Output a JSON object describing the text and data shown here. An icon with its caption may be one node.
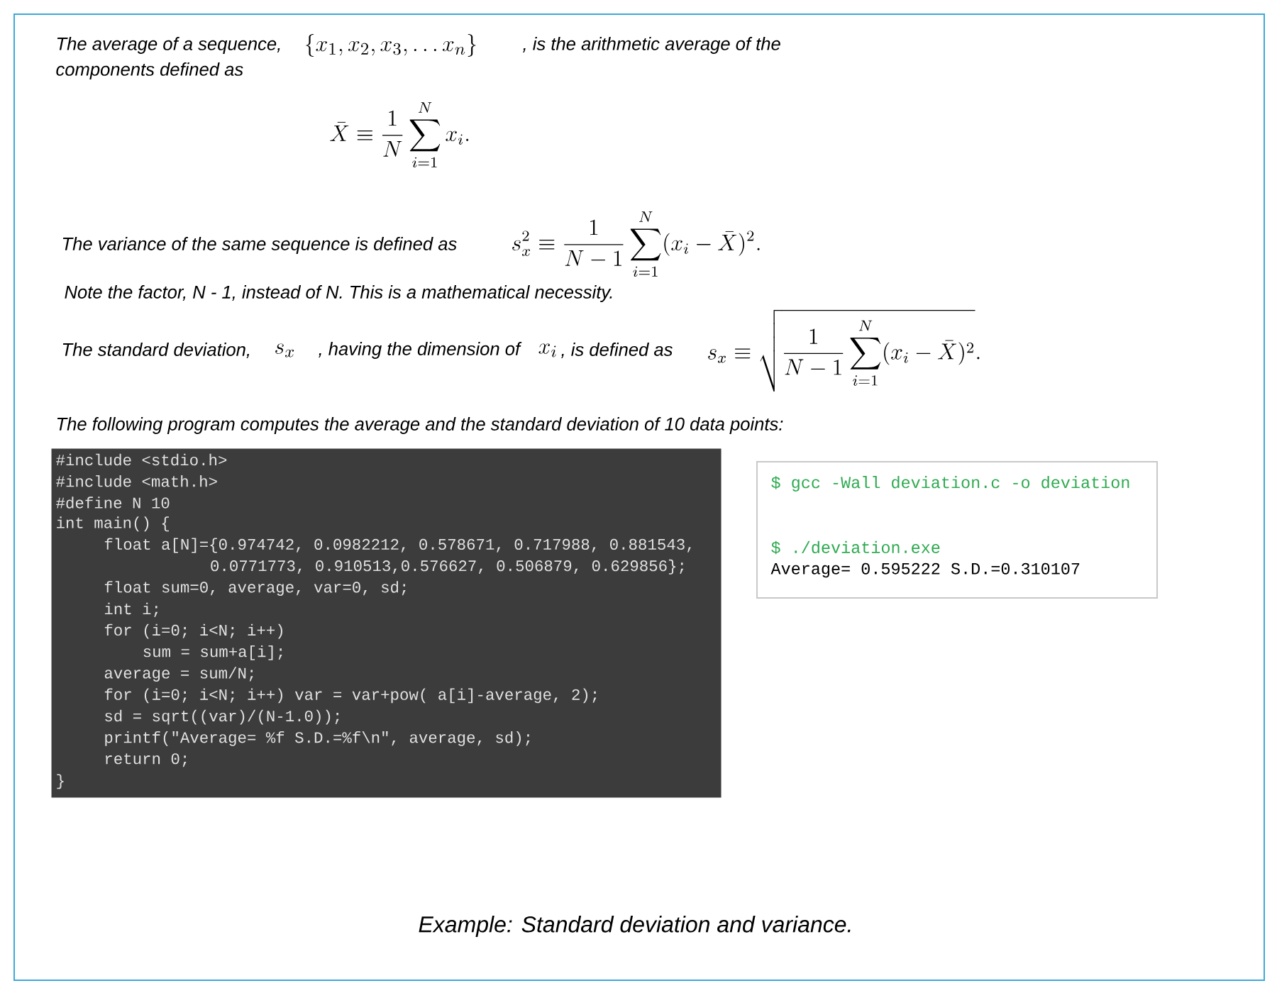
{
  "diagram": {
    "caption": "Example: Standard deviation and variance.",
    "nodes": [
      {
        "text": [
          "#include <stdio.h>",
          "#include <math.h>",
          "#define N 10",
          "int main() {",
          "    float a[N]={0.974742, 0.0982212, 0.578671, 0.717988, 0.881543,",
          "                0.0771773, 0.910513,0.576627, 0.506879, 0.629856};",
          "    float sum=0, average, var=0, sd;",
          "    int i;",
          "    for (i=0; i<N; i++)",
          "        sum = sum+a[i];",
          "    average = sum/N;",
          "    for (i=0; i<N; i++) var = var+pow( a[i]-average, 2);",
          "    sd = sqrt((var)/(N-1.0));",
          "    printf(\"Average= %f S.D.=%f\\n\", average, sd);",
          "    return 0;",
          "}"
        ]
      },
      {
        "text": [
          "$ gcc -Wall deviation.c -o deviation",
          "$ ./deviation.exe",
          "Average= 0.595222 S.D.=0.310107"
        ]
      }
    ],
    "labels": [
      "The average of a sequence,",
      "\\{x_1, x_2, x_3, \\ldots x_n\\}",
      ", is the arithmetic average of the",
      "components defined as",
      "\\bar{X} \\equiv \\frac{1}{N}\\sum_{i=1}^{N} x_i .",
      "The variance of the same sequence is defined as",
      "s_x^2 \\equiv \\frac{1}{N-1}\\sum_{i=1}^{N} (x_i - \\bar{X})^2 .",
      "Note the factor, N - 1, instead of N. This is a mathematical necessity.",
      "The standard deviation,",
      "s_x",
      ", having the dimension of",
      "x_i",
      ", is defined as",
      "s_x \\equiv \\sqrt{\\frac{1}{N-1}\\sum_{i=1}^{N} (x_i - \\bar{X})^2} .",
      "The following program computes the average and the standard deviation of 10 data points:"
    ]
  }
}
